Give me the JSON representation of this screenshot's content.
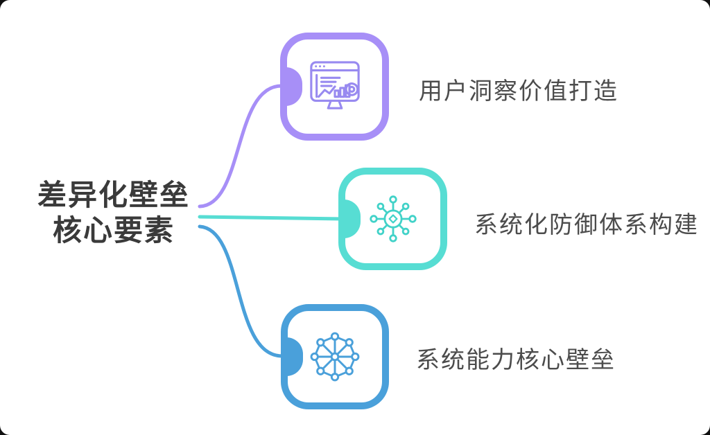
{
  "canvas": {
    "background": "#ffffff"
  },
  "title": {
    "line1": "差异化壁垒",
    "line2": "核心要素",
    "color": "#3a3a3a"
  },
  "branches": [
    {
      "label": "用户洞察价值打造",
      "icon": "analytics-dashboard-icon",
      "color": "#a78ff7",
      "icon_color": "#988af0"
    },
    {
      "label": "系统化防御体系构建",
      "icon": "hub-network-icon",
      "color": "#57ddd3",
      "icon_color": "#41d2c8"
    },
    {
      "label": "系统能力核心壁垒",
      "icon": "globe-network-icon",
      "color": "#4aa0da",
      "icon_color": "#4aa0da"
    }
  ],
  "label_color": "#4c4c4c"
}
